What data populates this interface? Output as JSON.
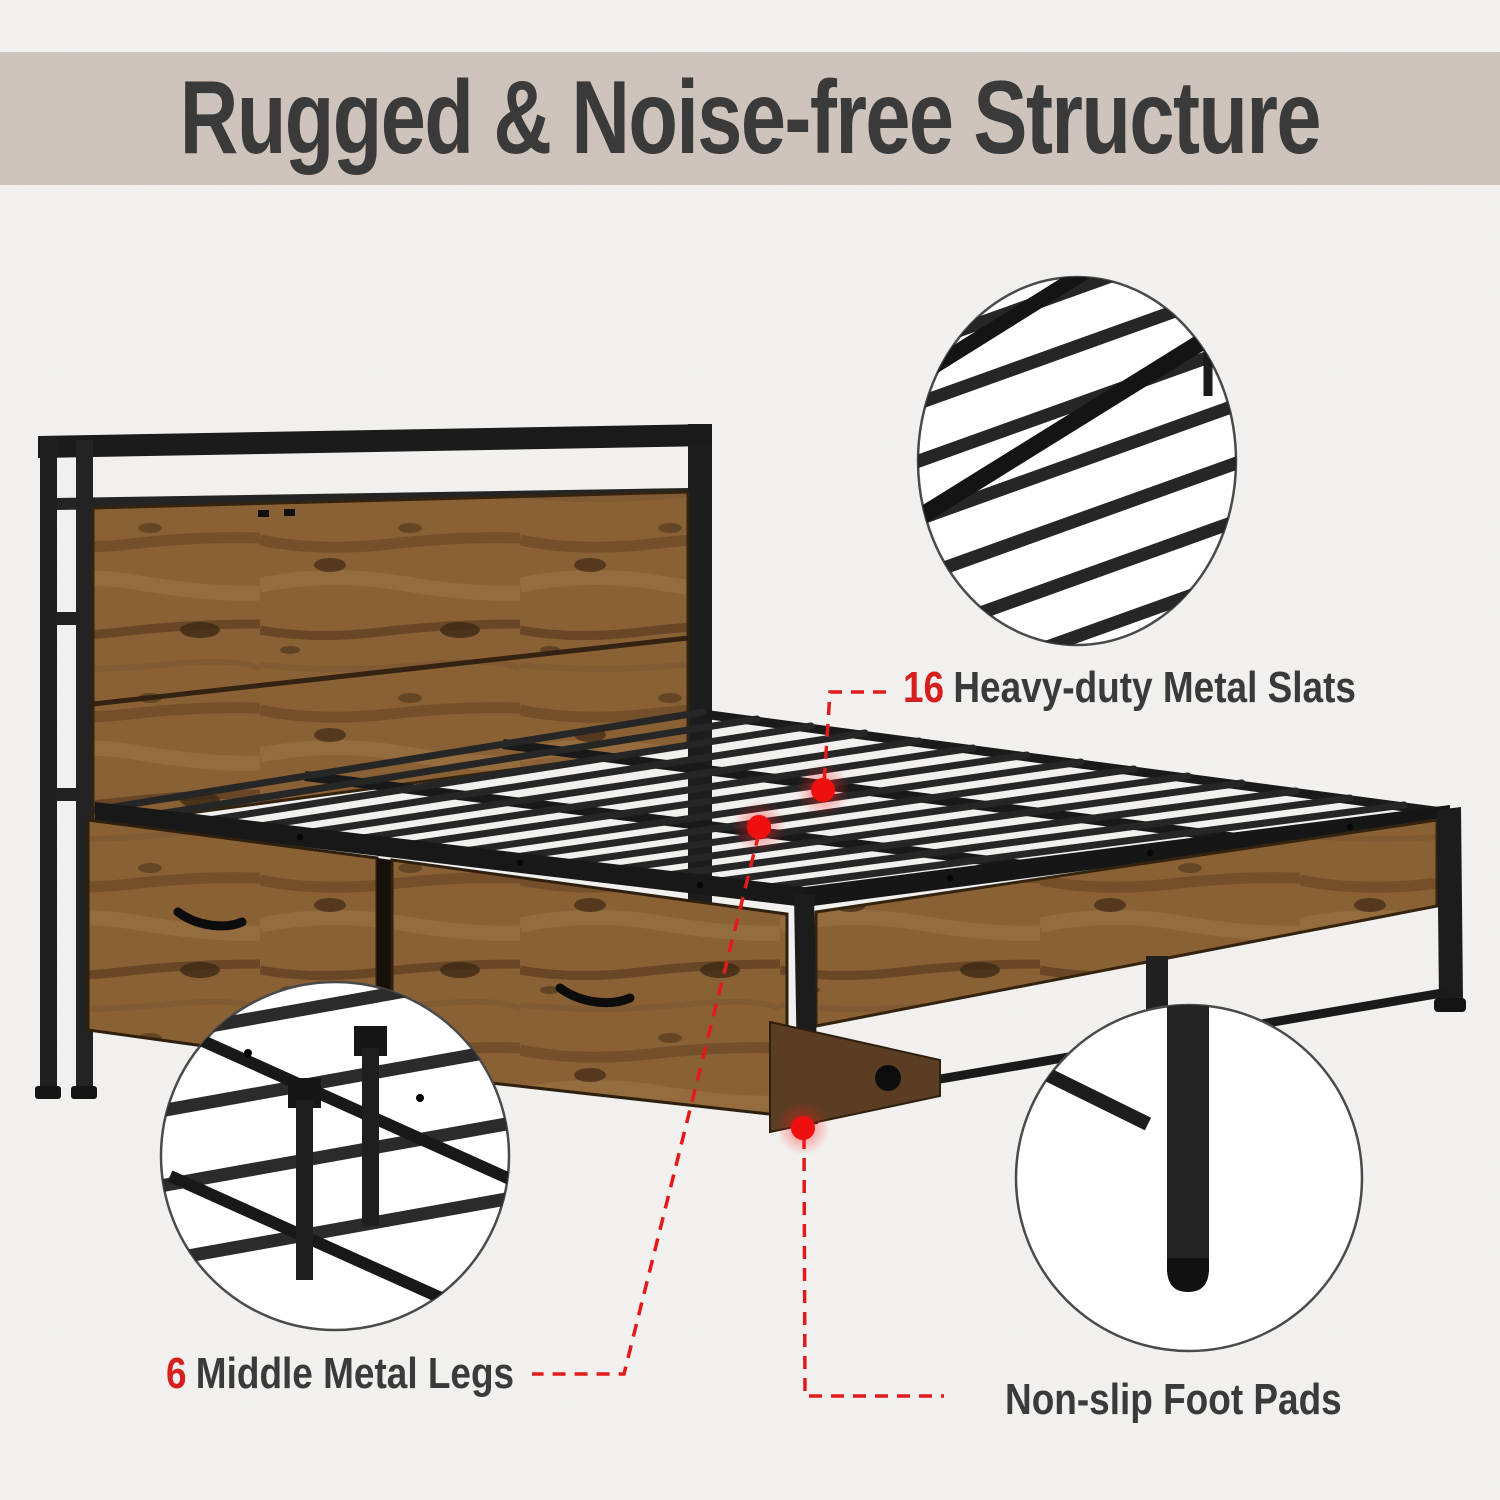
{
  "title": {
    "text": "Rugged & Noise-free Structure"
  },
  "annotations": {
    "slats": {
      "number": "16",
      "label": "Heavy-duty Metal Slats"
    },
    "legs": {
      "number": "6",
      "label": "Middle Metal Legs"
    },
    "foot_pads": {
      "label": "Non-slip Foot Pads"
    }
  },
  "callouts": [
    {
      "name": "metal-slats-detail"
    },
    {
      "name": "middle-metal-legs-detail"
    },
    {
      "name": "non-slip-foot-pad-detail"
    }
  ],
  "colors": {
    "background": "#f3f2f0",
    "banner_bg": "#cec4bc",
    "title_text": "#373737",
    "label_text": "#3a3a3a",
    "accent_red": "#d61f1f",
    "wood_brown": "#8a6134",
    "metal_black": "#1e1e1e"
  }
}
